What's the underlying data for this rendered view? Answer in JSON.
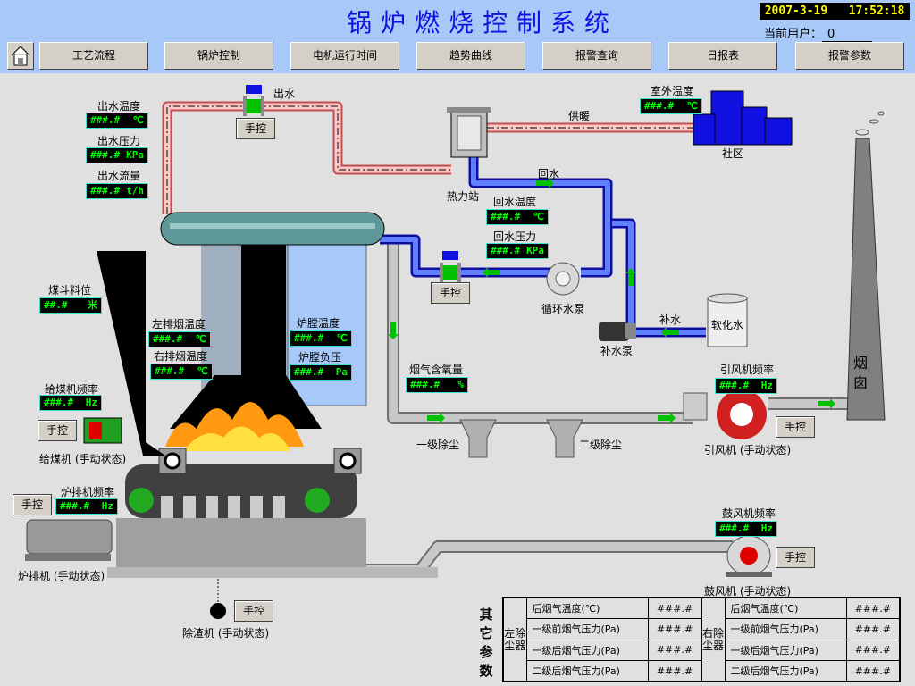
{
  "header": {
    "title": "锅炉燃烧控制系统",
    "date": "2007-3-19",
    "time": "17:52:18",
    "user_label": "当前用户：",
    "user_value": "0"
  },
  "nav": [
    {
      "label": "工艺流程"
    },
    {
      "label": "锅炉控制"
    },
    {
      "label": "电机运行时间"
    },
    {
      "label": "趋势曲线"
    },
    {
      "label": "报警查询"
    },
    {
      "label": "日报表"
    },
    {
      "label": "报警参数"
    }
  ],
  "displays": {
    "out_temp": {
      "label": "出水温度",
      "value": "###.#",
      "unit": "℃"
    },
    "out_press": {
      "label": "出水压力",
      "value": "###.#",
      "unit": "KPa"
    },
    "out_flow": {
      "label": "出水流量",
      "value": "###.#",
      "unit": "t/h"
    },
    "hopper": {
      "label": "煤斗料位",
      "value": "##.#",
      "unit": "米"
    },
    "left_smoke": {
      "label": "左排烟温度",
      "value": "###.#",
      "unit": "℃"
    },
    "right_smoke": {
      "label": "右排烟温度",
      "value": "###.#",
      "unit": "℃"
    },
    "furnace_temp": {
      "label": "炉膛温度",
      "value": "###.#",
      "unit": "℃"
    },
    "furnace_press": {
      "label": "炉膛负压",
      "value": "###.#",
      "unit": "Pa"
    },
    "feeder_freq": {
      "label": "给煤机频率",
      "value": "###.#",
      "unit": "Hz"
    },
    "grate_freq": {
      "label": "炉排机频率",
      "value": "###.#",
      "unit": "Hz"
    },
    "oxygen": {
      "label": "烟气含氧量",
      "value": "###.#",
      "unit": "%"
    },
    "ret_temp": {
      "label": "回水温度",
      "value": "###.#",
      "unit": "℃"
    },
    "ret_press": {
      "label": "回水压力",
      "value": "###.#",
      "unit": "KPa"
    },
    "outdoor_temp": {
      "label": "室外温度",
      "value": "###.#",
      "unit": "℃"
    },
    "id_fan_freq": {
      "label": "引风机频率",
      "value": "###.#",
      "unit": "Hz"
    },
    "fd_fan_freq": {
      "label": "鼓风机频率",
      "value": "###.#",
      "unit": "Hz"
    }
  },
  "manual_label": "手控",
  "labels": {
    "outlet": "出水",
    "heating": "供暖",
    "community": "社区",
    "station": "热力站",
    "return": "回水",
    "circ_pump": "循环水泵",
    "makeup": "补水",
    "soft_water": "软化水",
    "makeup_pump": "补水泵",
    "dust1": "一级除尘",
    "dust2": "二级除尘",
    "id_fan": "引风机 (手动状态)",
    "chimney": "烟囱",
    "feeder": "给煤机 (手动状态)",
    "grate": "炉排机 (手动状态)",
    "fd_fan": "鼓风机 (手动状态)",
    "slag": "除渣机 (手动状态)"
  },
  "params": {
    "title": "其它参数",
    "left_group": "左除尘器",
    "right_group": "右除尘器",
    "rows": [
      {
        "name": "后烟气温度(℃)",
        "left": "###.#",
        "right": "###.#"
      },
      {
        "name": "一级前烟气压力(Pa)",
        "left": "###.#",
        "right": "###.#"
      },
      {
        "name": "一级后烟气压力(Pa)",
        "left": "###.#",
        "right": "###.#"
      },
      {
        "name": "二级后烟气压力(Pa)",
        "left": "###.#",
        "right": "###.#"
      }
    ]
  },
  "colors": {
    "hot_pipe": "#f8a0a0",
    "return_pipe": "#2020f0",
    "flue_pipe": "#b8b8b8",
    "display_text": "#00ff00",
    "title": "#1010e0"
  }
}
